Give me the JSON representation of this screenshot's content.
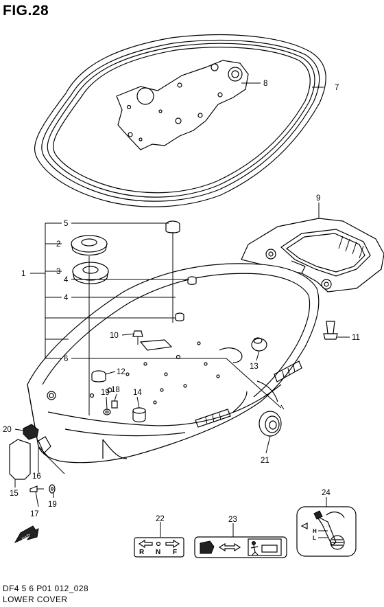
{
  "figure": {
    "title": "FIG.28",
    "code": "DF4 5 6 P01 012_028",
    "name": "LOWER COVER"
  },
  "callouts": {
    "c1": "1",
    "c2": "2",
    "c3": "3",
    "c4a": "4",
    "c4b": "4",
    "c5": "5",
    "c6": "6",
    "c7": "7",
    "c8": "8",
    "c9": "9",
    "c10": "10",
    "c11": "11",
    "c12": "12",
    "c13": "13",
    "c14": "14",
    "c15": "15",
    "c16": "16",
    "c17": "17",
    "c18": "18",
    "c19a": "19",
    "c19b": "19",
    "c20": "20",
    "c21": "21",
    "c22": "22",
    "c23": "23",
    "c24": "24"
  },
  "labels": {
    "gear_r": "R",
    "gear_n": "N",
    "gear_f": "F",
    "oil_h": "H",
    "oil_l": "L",
    "fwd": "FWD"
  }
}
